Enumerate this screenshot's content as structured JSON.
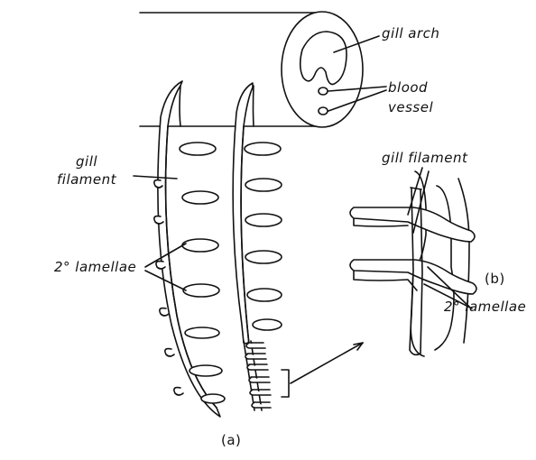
{
  "labels": {
    "gill_arch": "gill arch",
    "blood_vessel_line1": "blood",
    "blood_vessel_line2": "vessel",
    "gill_filament_a_line1": "gill",
    "gill_filament_a_line2": "filament",
    "lamellae_a": "2° lamellae",
    "gill_filament_b": "gill filament",
    "panel_b": "(b)",
    "lamellae_b": "2° lamellae",
    "panel_a": "(a)"
  },
  "colors": {
    "ink": "#111111",
    "background": "#ffffff"
  }
}
